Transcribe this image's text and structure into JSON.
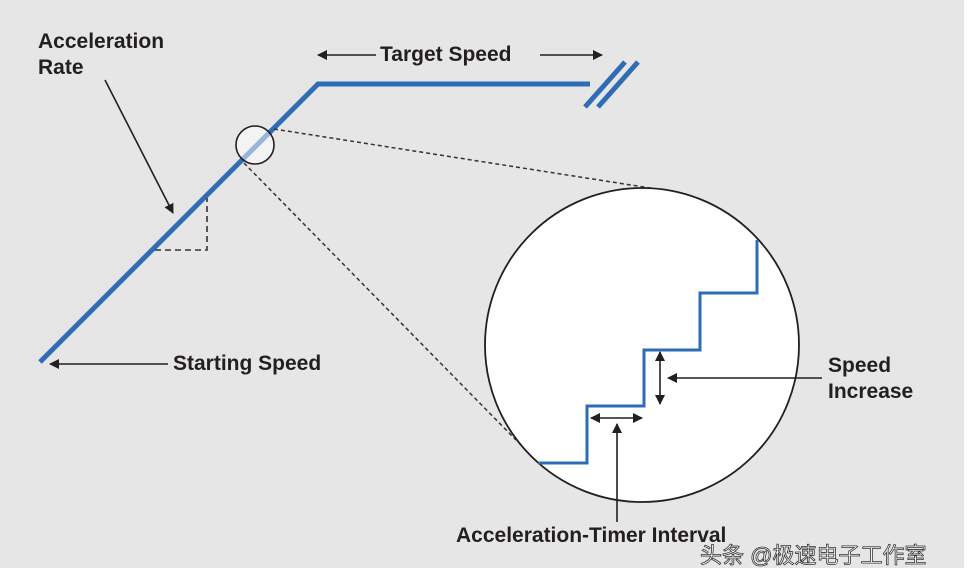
{
  "labels": {
    "acceleration_rate": [
      "Acceleration",
      "Rate"
    ],
    "target_speed": "Target Speed",
    "starting_speed": "Starting Speed",
    "speed_increase": [
      "Speed",
      "Increase"
    ],
    "timer_interval": "Acceleration-Timer Interval"
  },
  "watermark": "头条 @极速电子工作室",
  "colors": {
    "line": "#2e6db5",
    "background": "#e6e6e6",
    "ink": "#231f20"
  }
}
